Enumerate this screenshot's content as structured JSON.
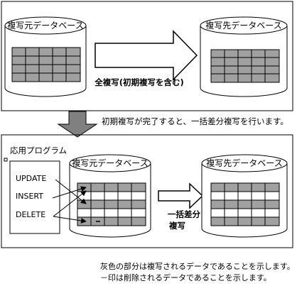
{
  "top_panel": {
    "source_db_label": "複写元データベース",
    "target_db_label": "複写先データベース",
    "arrow_label": "全複写(初期複写を含む)"
  },
  "transition_note": "初期複写が完了すると、一括差分複写を行います。",
  "bottom_panel": {
    "app_label": "応用プログラム",
    "operations": [
      "UPDATE",
      "INSERT",
      "DELETE"
    ],
    "source_db_label": "複写元データベース",
    "target_db_label": "複写先データベース",
    "arrow_label_line1": "一括差分",
    "arrow_label_line2": "複写"
  },
  "legend": {
    "line1": "灰色の部分は複写されるデータであることを示します。",
    "line2": "－印は削除されるデータであることを示します。"
  },
  "colors": {
    "gray_fill": "#a0a0a0",
    "dark_arrow": "#808080",
    "border": "#000000"
  }
}
